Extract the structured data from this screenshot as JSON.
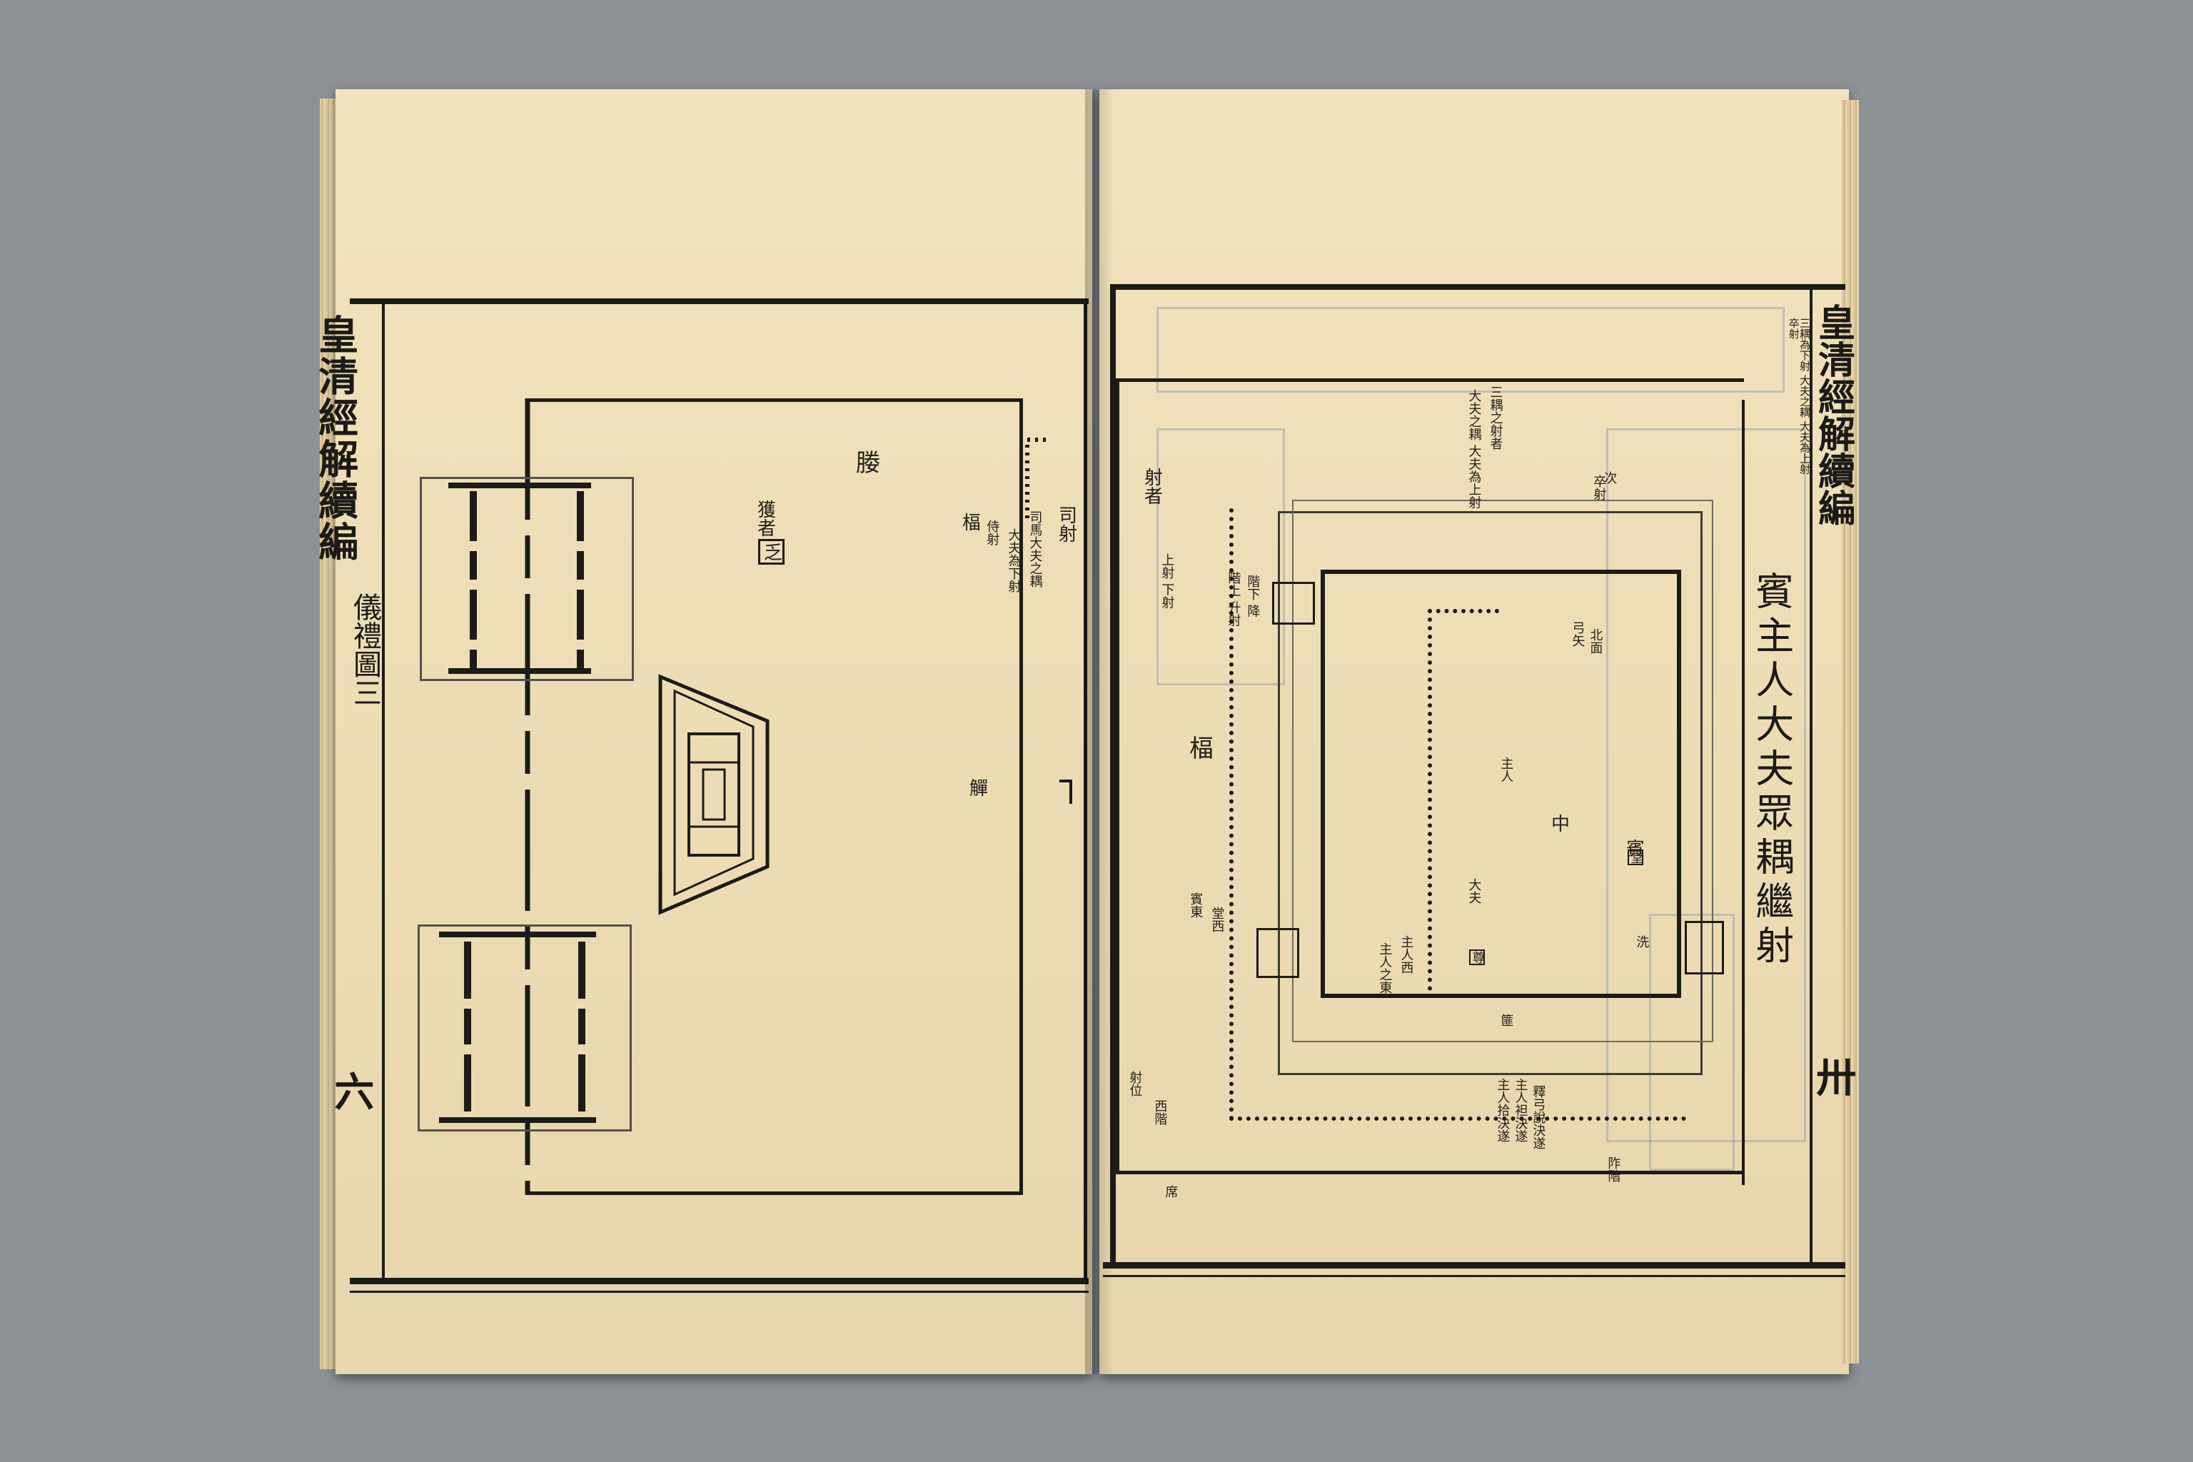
{
  "left_page": {
    "margin_title": "皇清經解續編",
    "margin_section": "儀禮圖三",
    "margin_folio": "六",
    "labels": [
      {
        "text": "司射"
      },
      {
        "text": "司馬大夫之耦"
      },
      {
        "text": "大夫為下射"
      },
      {
        "text": "侍射"
      },
      {
        "text": "楅"
      },
      {
        "text": "獲者"
      },
      {
        "text": "乏"
      },
      {
        "text": "媵"
      },
      {
        "text": "觶"
      }
    ]
  },
  "right_page": {
    "margin_title": "皇清經解續編",
    "margin_note": "三耦為下射 大夫之耦 大夫為上射 卒射",
    "margin_folio": "卅",
    "diagram_title": "賓主人大夫眾耦繼射",
    "labels": [
      {
        "text": "三耦之射者"
      },
      {
        "text": "大夫之耦 大夫為上射"
      },
      {
        "text": "卒射"
      },
      {
        "text": "射者"
      },
      {
        "text": "上射 下射"
      },
      {
        "text": "階上 升射"
      },
      {
        "text": "階下 降"
      },
      {
        "text": "賓"
      },
      {
        "text": "主人"
      },
      {
        "text": "大夫"
      },
      {
        "text": "楅"
      },
      {
        "text": "中"
      },
      {
        "text": "主人拾決遂"
      },
      {
        "text": "主人袒決遂"
      },
      {
        "text": "釋弓說決遂"
      },
      {
        "text": "堂"
      },
      {
        "text": "西階"
      },
      {
        "text": "阼階"
      },
      {
        "text": "賓東"
      },
      {
        "text": "堂西"
      },
      {
        "text": "主人之東"
      },
      {
        "text": "主人西"
      },
      {
        "text": "弓矢"
      },
      {
        "text": "北面"
      },
      {
        "text": "次"
      },
      {
        "text": "洗"
      },
      {
        "text": "尊"
      },
      {
        "text": "篚"
      },
      {
        "text": "席"
      },
      {
        "text": "射位"
      }
    ]
  }
}
